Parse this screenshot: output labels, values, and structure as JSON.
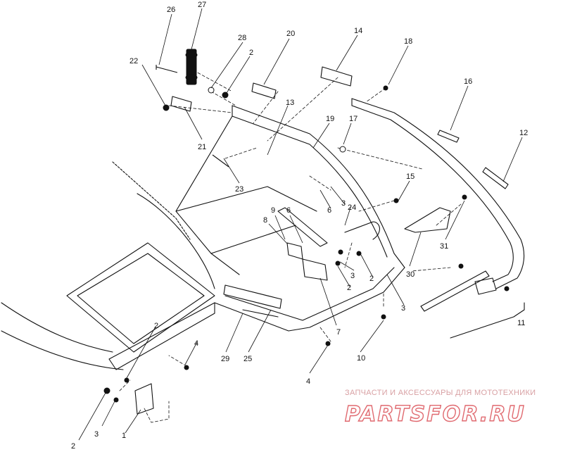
{
  "labels": [
    {
      "id": "26",
      "text": "26"
    },
    {
      "id": "27",
      "text": "27"
    },
    {
      "id": "28",
      "text": "28"
    },
    {
      "id": "2a",
      "text": "2"
    },
    {
      "id": "20",
      "text": "20"
    },
    {
      "id": "14",
      "text": "14"
    },
    {
      "id": "18",
      "text": "18"
    },
    {
      "id": "22",
      "text": "22"
    },
    {
      "id": "13",
      "text": "13"
    },
    {
      "id": "19",
      "text": "19"
    },
    {
      "id": "17",
      "text": "17"
    },
    {
      "id": "16",
      "text": "16"
    },
    {
      "id": "21",
      "text": "21"
    },
    {
      "id": "12",
      "text": "12"
    },
    {
      "id": "23",
      "text": "23"
    },
    {
      "id": "15",
      "text": "15"
    },
    {
      "id": "9",
      "text": "9"
    },
    {
      "id": "6a",
      "text": "6"
    },
    {
      "id": "6b",
      "text": "6"
    },
    {
      "id": "3a",
      "text": "3"
    },
    {
      "id": "24",
      "text": "24"
    },
    {
      "id": "8",
      "text": "8"
    },
    {
      "id": "31",
      "text": "31"
    },
    {
      "id": "3b",
      "text": "3"
    },
    {
      "id": "2b",
      "text": "2"
    },
    {
      "id": "2c",
      "text": "2"
    },
    {
      "id": "30",
      "text": "30"
    },
    {
      "id": "3c",
      "text": "3"
    },
    {
      "id": "2d",
      "text": "2"
    },
    {
      "id": "4a",
      "text": "4"
    },
    {
      "id": "7",
      "text": "7"
    },
    {
      "id": "11",
      "text": "11"
    },
    {
      "id": "29",
      "text": "29"
    },
    {
      "id": "25",
      "text": "25"
    },
    {
      "id": "10",
      "text": "10"
    },
    {
      "id": "4b",
      "text": "4"
    },
    {
      "id": "2e",
      "text": "2"
    },
    {
      "id": "3d",
      "text": "3"
    },
    {
      "id": "1",
      "text": "1"
    }
  ],
  "watermark": {
    "tagline": "ЗАПЧАСТИ И АКСЕССУАРЫ ДЛЯ МОТОТЕХНИКИ",
    "brand": "PARTSFOR.RU"
  },
  "colors": {
    "line": "#111111",
    "watermark": "#e06a70"
  }
}
